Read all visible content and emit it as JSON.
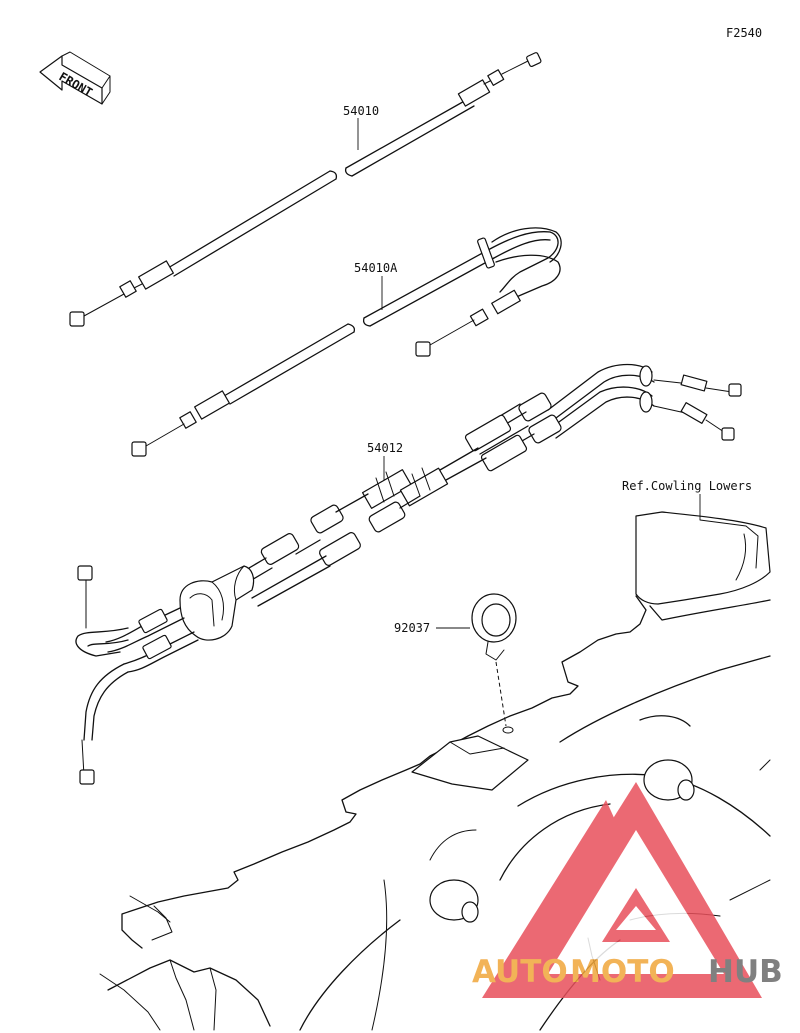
{
  "figure_id": "F2540",
  "front_label": "FRONT",
  "callouts": {
    "c54010": "54010",
    "c54010a": "54010A",
    "c54012": "54012",
    "c92037": "92037",
    "ref": "Ref.Cowling Lowers"
  },
  "watermark": {
    "part1": "AUTO",
    "part2": "MOTO",
    "part3": "HUB",
    "colors": {
      "triangle": "#e8505b",
      "orange": "#f0a63a",
      "grey": "#6b6b6b"
    }
  }
}
